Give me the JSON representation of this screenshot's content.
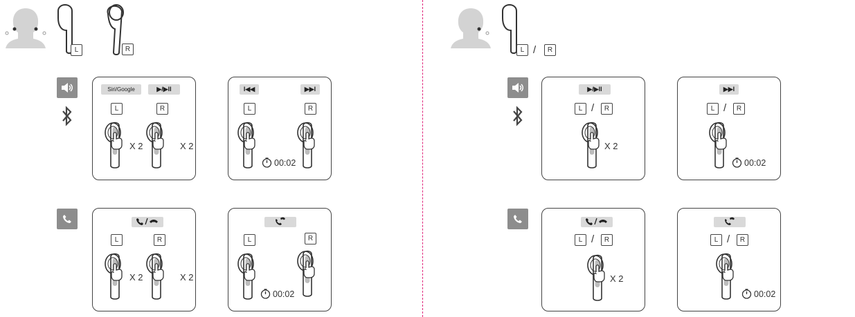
{
  "header_left": {
    "left_label": "L",
    "right_label": "R"
  },
  "header_right": {
    "left_label": "L",
    "slash": "/",
    "right_label": "R"
  },
  "left": {
    "music_card_a": {
      "btn1": "Siri/Google",
      "btn2": "▶/▶II",
      "left_label": "L",
      "right_label": "R",
      "left_mult": "X 2",
      "right_mult": "X 2"
    },
    "music_card_b": {
      "btn1": "I◀◀",
      "btn2": "▶▶I",
      "left_label": "L",
      "right_label": "R",
      "duration": "00:02"
    },
    "call_card_a": {
      "left_label": "L",
      "right_label": "R",
      "left_mult": "X 2",
      "right_mult": "X 2"
    },
    "call_card_b": {
      "left_label": "L",
      "right_label": "R",
      "duration": "00:02"
    }
  },
  "right": {
    "music_card_a": {
      "btn": "▶/▶II",
      "left_label": "L",
      "slash": "/",
      "right_label": "R",
      "mult": "X 2"
    },
    "music_card_b": {
      "btn": "▶▶I",
      "left_label": "L",
      "slash": "/",
      "right_label": "R",
      "duration": "00:02"
    },
    "call_card_a": {
      "left_label": "L",
      "slash": "/",
      "right_label": "R",
      "mult": "X 2"
    },
    "call_card_b": {
      "left_label": "L",
      "slash": "/",
      "right_label": "R",
      "duration": "00:02"
    }
  },
  "colors": {
    "divider": "#e0247a",
    "tile": "#8d8d8d",
    "pill": "#d9d9d9",
    "outline": "#444444"
  },
  "icons": [
    "person-head-icon",
    "earbud-icon",
    "speaker-icon",
    "bluetooth-icon",
    "phone-icon",
    "hangup-icon",
    "reject-call-icon",
    "timer-icon",
    "tap-finger-icon"
  ]
}
